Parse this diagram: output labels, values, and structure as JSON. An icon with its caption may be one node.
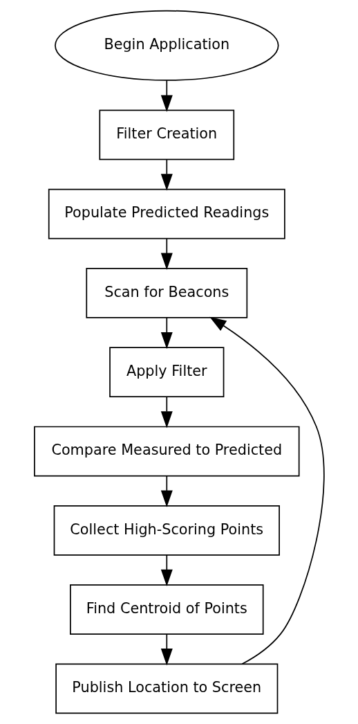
{
  "diagram": {
    "nodes": [
      {
        "text": [
          "Begin Application"
        ]
      },
      {
        "text": [
          "Filter Creation"
        ]
      },
      {
        "text": [
          "Populate Predicted Readings"
        ]
      },
      {
        "text": [
          "Scan for Beacons"
        ]
      },
      {
        "text": [
          "Apply Filter"
        ]
      },
      {
        "text": [
          "Compare Measured to Predicted"
        ]
      },
      {
        "text": [
          "Collect High-Scoring Points"
        ]
      },
      {
        "text": [
          "Find Centroid of Points"
        ]
      },
      {
        "text": [
          "Publish Location to Screen"
        ]
      }
    ],
    "edges": [
      {
        "from": 0,
        "to": 1,
        "arrow": "to"
      },
      {
        "from": 1,
        "to": 2,
        "arrow": "to"
      },
      {
        "from": 2,
        "to": 3,
        "arrow": "to"
      },
      {
        "from": 3,
        "to": 4,
        "arrow": "to"
      },
      {
        "from": 4,
        "to": 5,
        "arrow": "to"
      },
      {
        "from": 5,
        "to": 6,
        "arrow": "to"
      },
      {
        "from": 6,
        "to": 7,
        "arrow": "to"
      },
      {
        "from": 7,
        "to": 8,
        "arrow": "to"
      },
      {
        "from": 8,
        "to": 3,
        "arrow": "to"
      }
    ]
  }
}
